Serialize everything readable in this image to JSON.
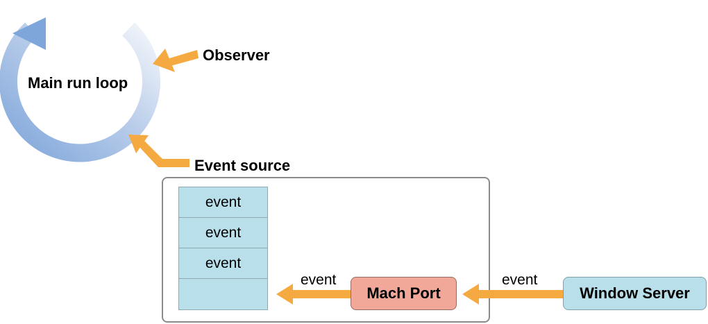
{
  "loop": {
    "label": "Main run loop"
  },
  "observer": {
    "label": "Observer"
  },
  "event_source": {
    "label": "Event source"
  },
  "queue": {
    "slots": [
      "event",
      "event",
      "event",
      ""
    ]
  },
  "mach_port": {
    "label": "Mach Port"
  },
  "window_server": {
    "label": "Window Server"
  },
  "edges": {
    "server_to_port": "event",
    "port_to_queue": "event"
  },
  "colors": {
    "arrow": "#f5a941",
    "loop": "#8fb3de",
    "queue": "#b9dfea",
    "mach_port": "#f2a898",
    "window_server": "#b9dfea"
  }
}
